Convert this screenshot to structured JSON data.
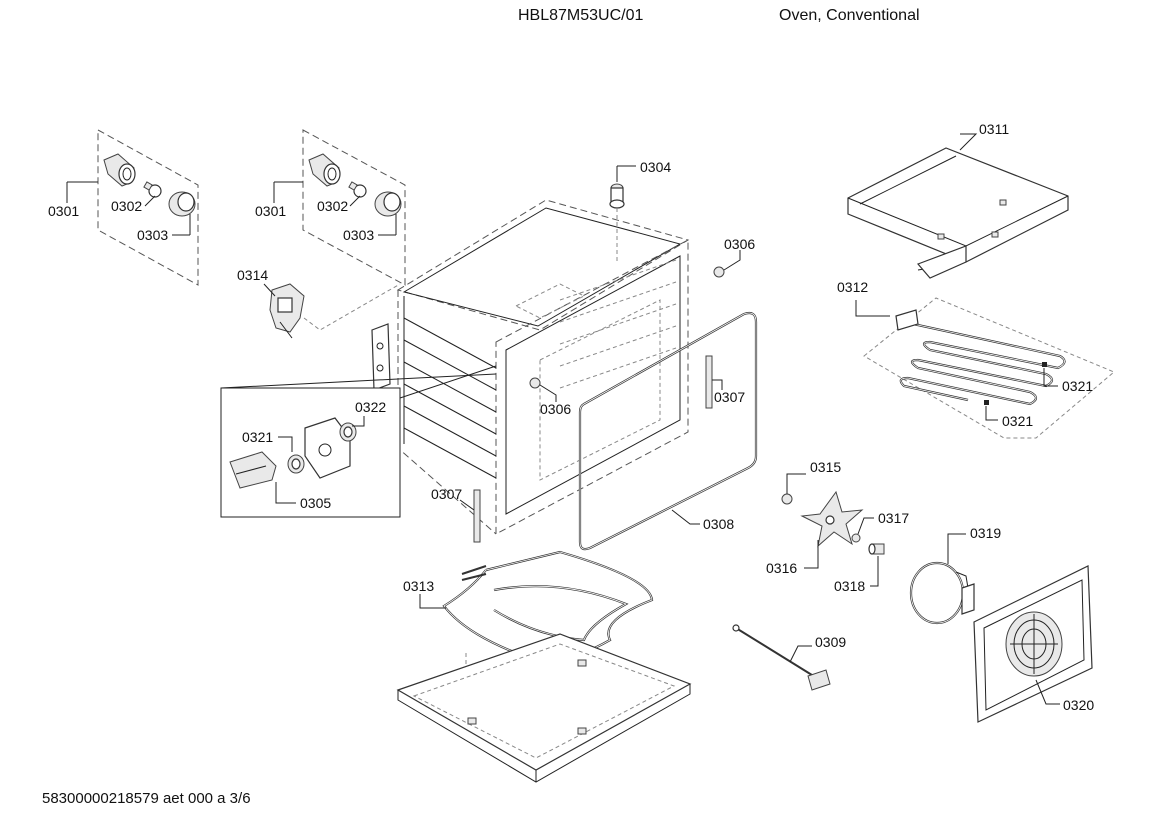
{
  "header": {
    "model": "HBL87M53UC/01",
    "description": "Oven, Conventional"
  },
  "footer": {
    "doc_id": "58300000218579 aet 000 a 3/6"
  },
  "callouts": {
    "c0301a": "0301",
    "c0302a": "0302",
    "c0303a": "0303",
    "c0301b": "0301",
    "c0302b": "0302",
    "c0303b": "0303",
    "c0314": "0314",
    "c0304": "0304",
    "c0306a": "0306",
    "c0306b": "0306",
    "c0307a": "0307",
    "c0307b": "0307",
    "c0308": "0308",
    "c0322": "0322",
    "c0321a": "0321",
    "c0305": "0305",
    "c0311": "0311",
    "c0312": "0312",
    "c0321b": "0321",
    "c0321c": "0321",
    "c0315": "0315",
    "c0316": "0316",
    "c0317": "0317",
    "c0318": "0318",
    "c0319": "0319",
    "c0313": "0313",
    "c0309": "0309",
    "c0320": "0320"
  }
}
